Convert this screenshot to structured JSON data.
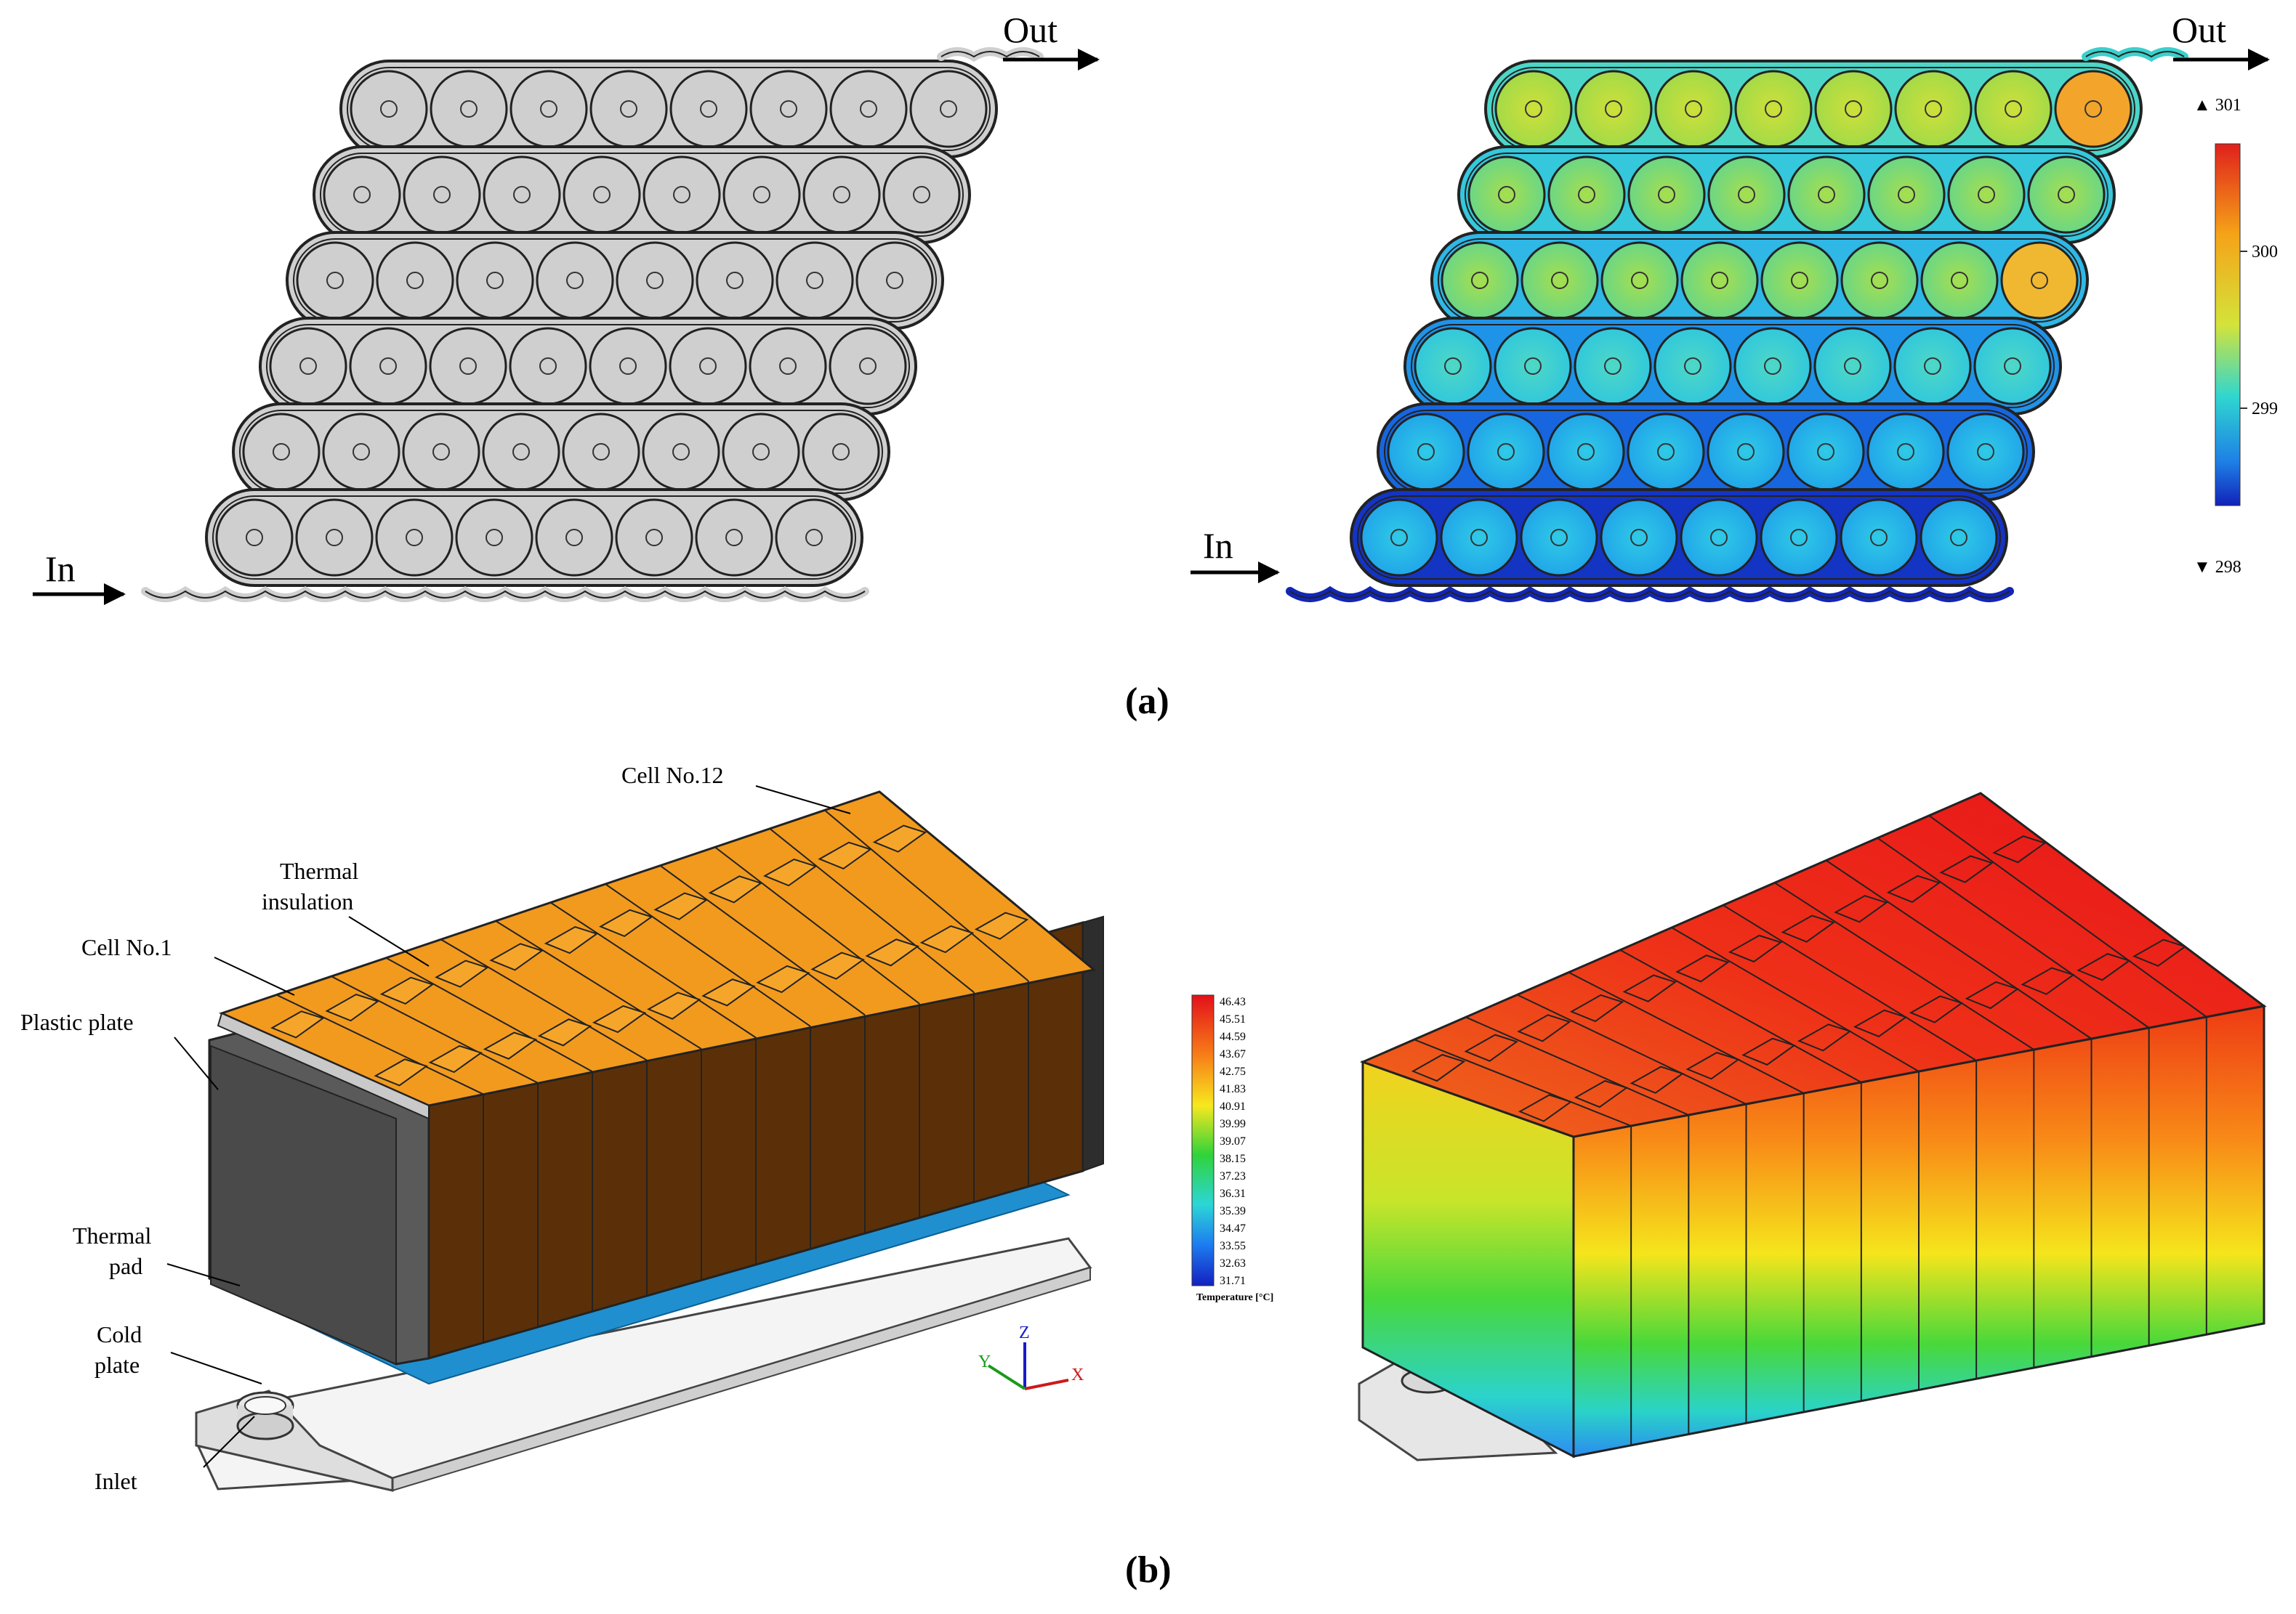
{
  "panel_a": {
    "caption": "(a)",
    "left": {
      "in_label": "In",
      "out_label": "Out"
    },
    "right": {
      "in_label": "In",
      "out_label": "Out",
      "colorbar": {
        "max_label": "▲ 301",
        "min_label": "▼ 298",
        "ticks": [
          "300",
          "299"
        ]
      }
    }
  },
  "panel_b": {
    "caption": "(b)",
    "labels": {
      "cell_last": "Cell No.12",
      "insulation_1": "Thermal",
      "insulation_2": "insulation",
      "cell_first": "Cell No.1",
      "plastic": "Plastic plate",
      "pad_1": "Thermal",
      "pad_2": "pad",
      "cold_1": "Cold",
      "cold_2": "plate",
      "inlet": "Inlet"
    },
    "axes": {
      "x": "X",
      "y": "Y",
      "z": "Z"
    },
    "colorbar": {
      "ticks": [
        "46.43",
        "45.51",
        "44.59",
        "43.67",
        "42.75",
        "41.83",
        "40.91",
        "39.99",
        "39.07",
        "38.15",
        "37.23",
        "36.31",
        "35.39",
        "34.47",
        "33.55",
        "32.63",
        "31.71"
      ],
      "title": "Temperature [°C]"
    }
  }
}
